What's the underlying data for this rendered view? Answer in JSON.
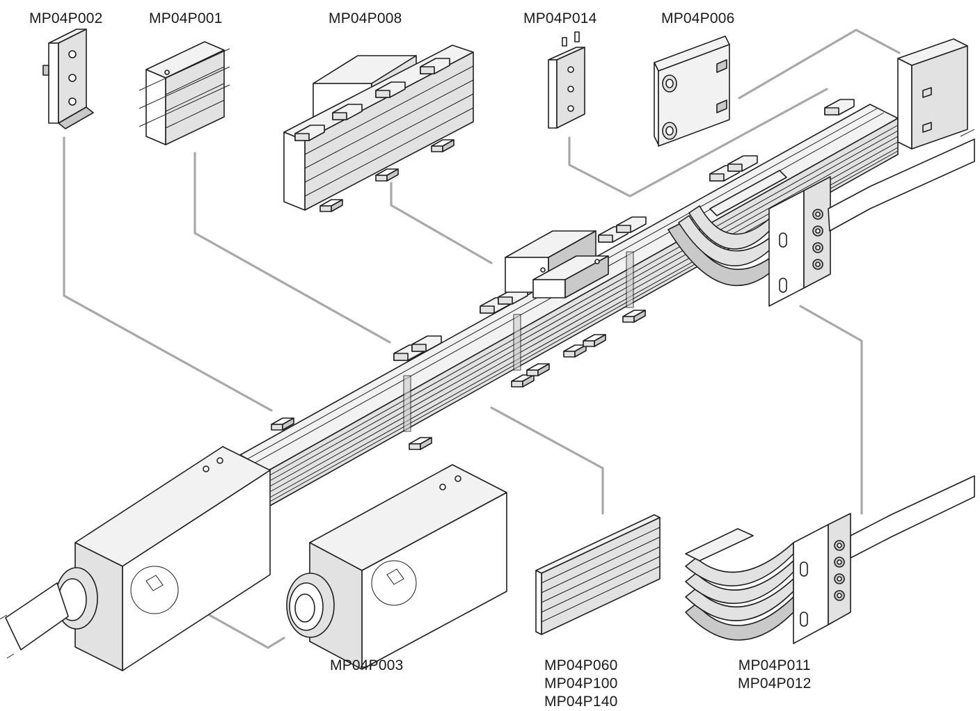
{
  "diagram": {
    "labels": {
      "p002": "MP04P002",
      "p001": "MP04P001",
      "p008": "MP04P008",
      "p014": "MP04P014",
      "p006": "MP04P006",
      "p003": "MP04P003",
      "rails": [
        "MP04P060",
        "MP04P100",
        "MP04P140"
      ],
      "collector": [
        "MP04P011",
        "MP04P012"
      ]
    },
    "colors": {
      "leader_line": "#a8a8a8",
      "outline": "#1e1e1e",
      "part_fill": "#f2f2f2",
      "shade": "#c9c9c9"
    }
  }
}
